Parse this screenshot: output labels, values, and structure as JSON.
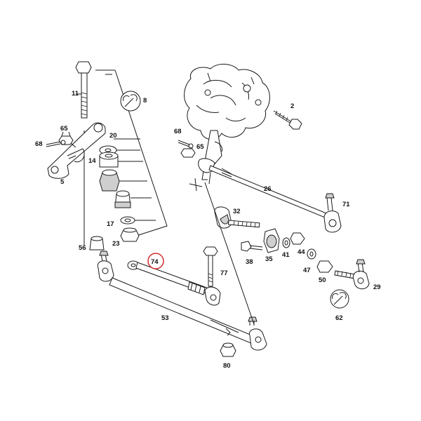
{
  "diagram": {
    "highlight_color": "#d32f2f",
    "line_color": "#1a1a1a",
    "callouts": {
      "p2": "2",
      "p5": "5",
      "p8": "8",
      "p11": "11",
      "p14": "14",
      "p17": "17",
      "p20": "20",
      "p23": "23",
      "p26": "26",
      "p29": "29",
      "p32": "32",
      "p35": "35",
      "p38": "38",
      "p41": "41",
      "p44": "44",
      "p47": "47",
      "p50": "50",
      "p53": "53",
      "p56": "56",
      "p62": "62",
      "p65a": "65",
      "p65b": "65",
      "p68a": "68",
      "p68b": "68",
      "p71": "71",
      "p74": "74",
      "p77": "77",
      "p80": "80"
    },
    "icons": [
      "wrench-icon",
      "wrench-icon"
    ]
  }
}
